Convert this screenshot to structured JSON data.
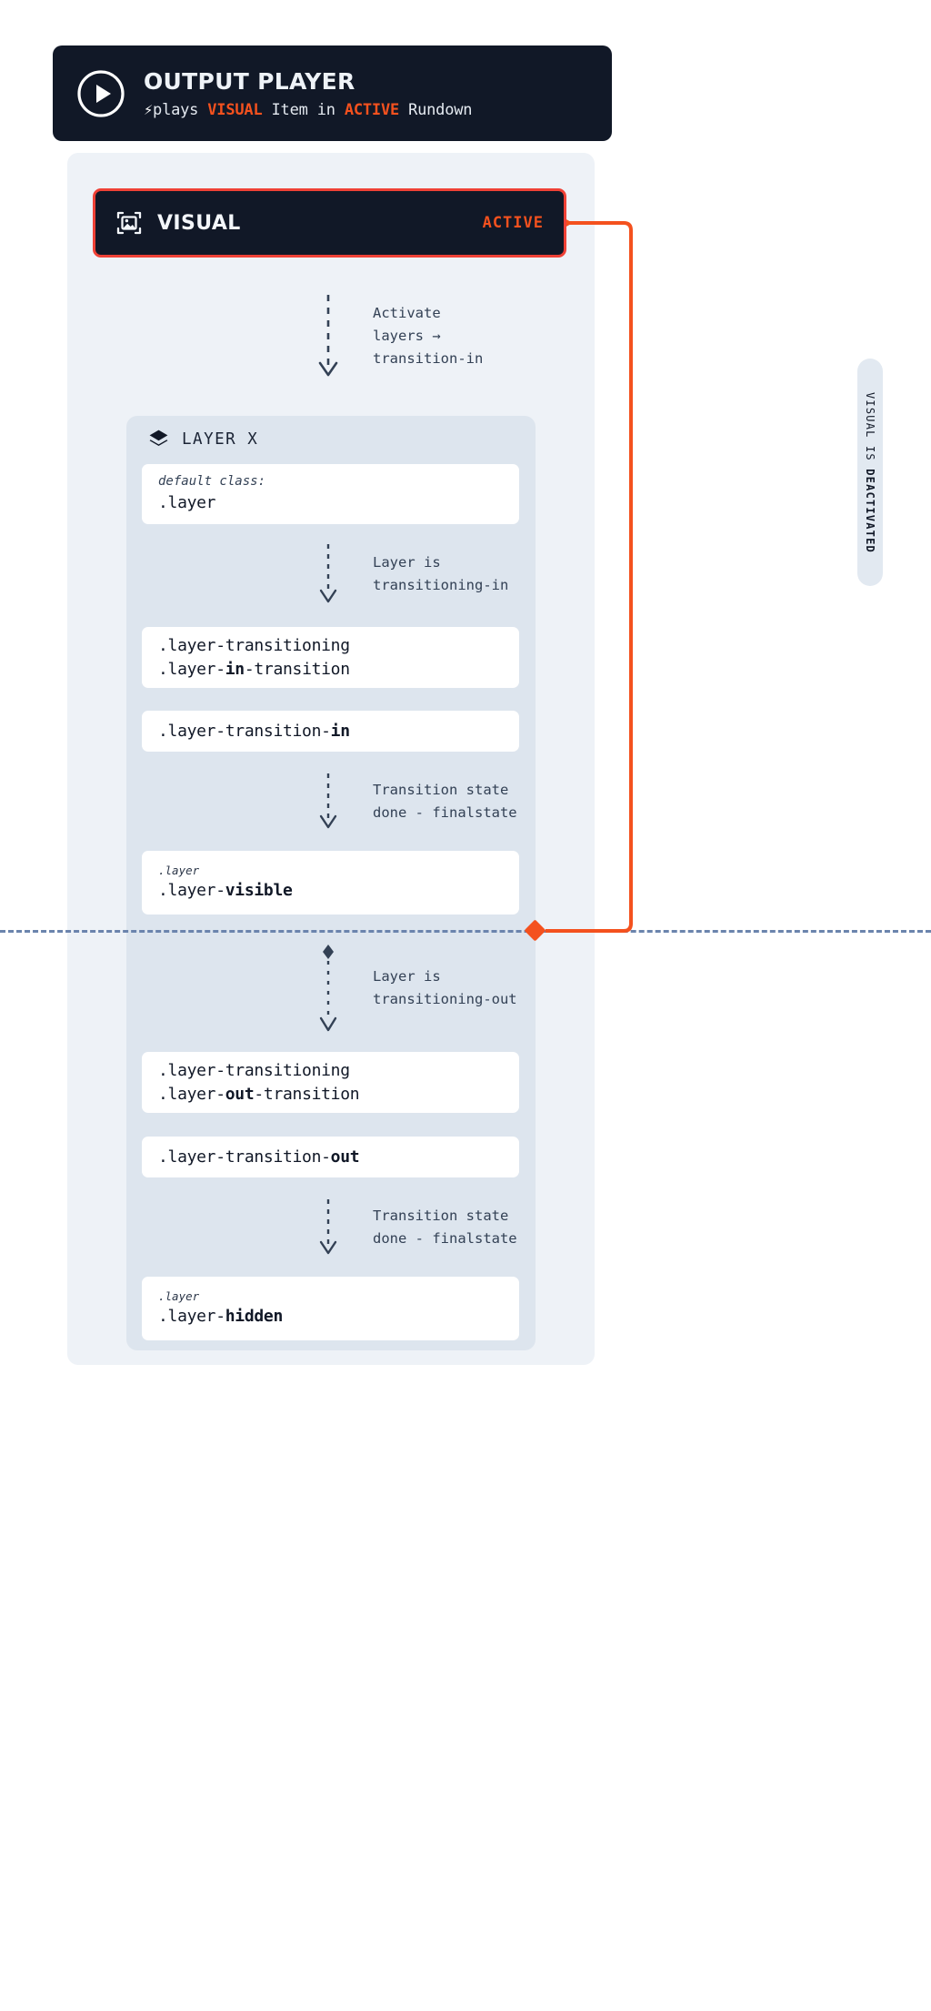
{
  "header": {
    "title": "OUTPUT PLAYER",
    "bolt_icon": "bolt-icon",
    "play_icon": "play-circle-icon",
    "sub_prefix": "plays ",
    "sub_visual": "VISUAL",
    "sub_mid": " Item in ",
    "sub_active": "ACTIVE",
    "sub_suffix": " Rundown"
  },
  "visual_card": {
    "icon": "image-frame-icon",
    "label": "VISUAL",
    "status": "ACTIVE"
  },
  "flows": {
    "activate": "Activate\nlayers →\ntransition-in",
    "transitioning_in": "Layer is\ntransitioning-in",
    "done_in": "Transition state\ndone - finalstate",
    "transitioning_out": "Layer is\ntransitioning-out",
    "done_out": "Transition state\ndone - finalstate"
  },
  "layer_panel": {
    "icon": "layers-icon",
    "title": "LAYER X"
  },
  "cards": {
    "default": {
      "pre": "default class:",
      "main": ".layer"
    },
    "in_transition": {
      "line1": ".layer-transitioning",
      "line2_a": ".layer-",
      "line2_b": "in",
      "line2_c": "-transition"
    },
    "transition_in": {
      "a": ".layer-transition-",
      "b": "in"
    },
    "visible": {
      "pre": ".layer",
      "a": ".layer-",
      "b": "visible"
    },
    "out_transition": {
      "line1": ".layer-transitioning",
      "line2_a": ".layer-",
      "line2_b": "out",
      "line2_c": "-transition"
    },
    "transition_out": {
      "a": ".layer-transition-",
      "b": "out"
    },
    "hidden": {
      "pre": ".layer",
      "a": ".layer-",
      "b": "hidden"
    }
  },
  "deactivate": {
    "label_a": "VISUAL IS ",
    "label_b": "DEACTIVATED"
  },
  "colors": {
    "accent_orange": "#f4511e",
    "border_red": "#ef4136",
    "dark": "#111827",
    "panel": "#eef2f7",
    "layer_panel": "#dde5ee",
    "divider": "#6b84ad"
  }
}
